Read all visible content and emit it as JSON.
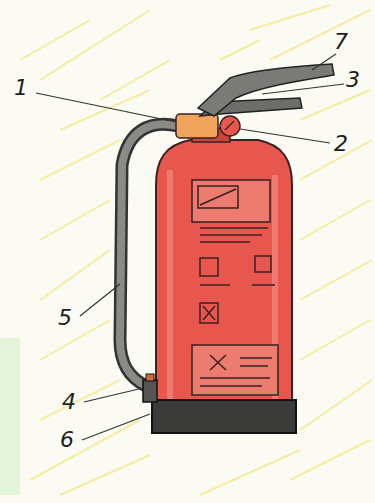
{
  "diagram": {
    "labels": [
      "7",
      "1",
      "3",
      "2",
      "5",
      "4",
      "6"
    ]
  }
}
